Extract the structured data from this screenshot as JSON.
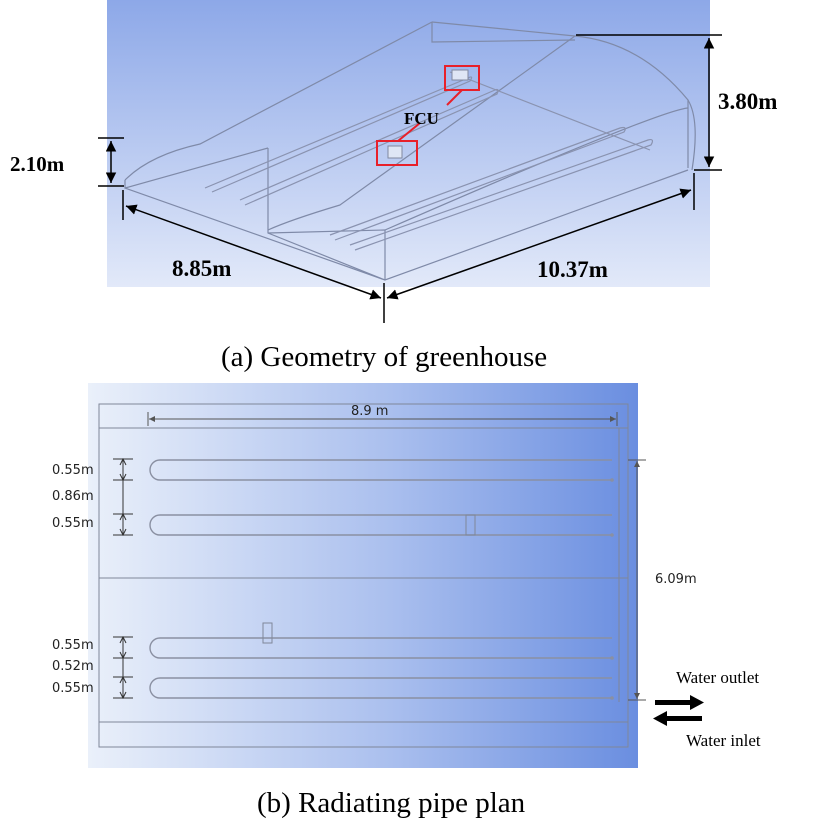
{
  "panel_a": {
    "caption": "(a) Geometry of greenhouse",
    "label_fcu": "FCU",
    "dim_left_height": "2.10m",
    "dim_right_height": "3.80m",
    "dim_width": "8.85m",
    "dim_length": "10.37m",
    "colors": {
      "background_top": "#8fa9e8",
      "background_bottom": "#dde6f9",
      "fcu_box": "#e8202a"
    }
  },
  "panel_b": {
    "caption": "(b) Radiating pipe plan",
    "dim_top": "8.9 m",
    "dim_right": "6.09m",
    "upper_dims": [
      "0.55m",
      "0.86m",
      "0.55m"
    ],
    "lower_dims": [
      "0.55m",
      "0.52m",
      "0.55m"
    ],
    "water_outlet": "Water outlet",
    "water_inlet": "Water inlet",
    "colors": {
      "background_left": "#e6ecf8",
      "background_right": "#6b8fe0"
    }
  }
}
